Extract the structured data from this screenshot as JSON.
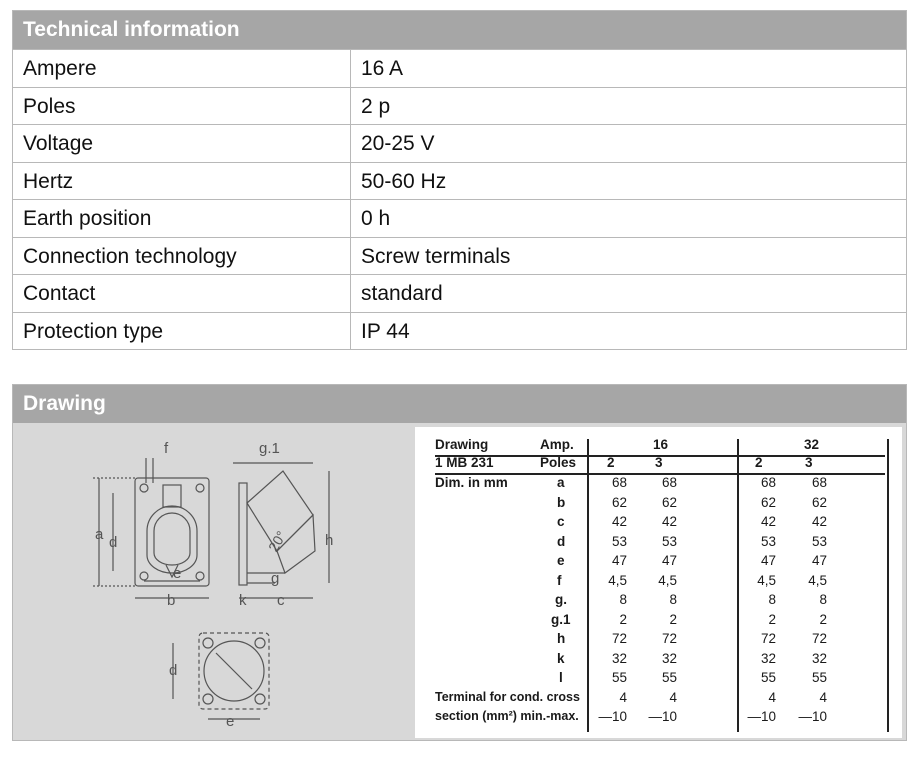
{
  "technical": {
    "header": "Technical information",
    "rows": [
      {
        "label": "Ampere",
        "value": "16 A"
      },
      {
        "label": "Poles",
        "value": "2 p"
      },
      {
        "label": "Voltage",
        "value": "20-25 V"
      },
      {
        "label": "Hertz",
        "value": "50-60 Hz"
      },
      {
        "label": "Earth position",
        "value": "0 h"
      },
      {
        "label": "Connection technology",
        "value": "Screw terminals"
      },
      {
        "label": "Contact",
        "value": "standard"
      },
      {
        "label": "Protection type",
        "value": "IP 44"
      }
    ]
  },
  "drawing": {
    "header": "Drawing",
    "labels": {
      "f": "f",
      "g1": "g.1",
      "a": "a",
      "d": "d",
      "h": "h",
      "angle": "20°",
      "e": "e",
      "b": "b",
      "k": "k",
      "c": "c",
      "g": "g",
      "d2": "d",
      "e2": "e"
    },
    "dim_table": {
      "drawing_label": "Drawing",
      "model": "1 MB 231",
      "amp_label": "Amp.",
      "poles_label": "Poles",
      "dim_label": "Dim. in mm",
      "amps": [
        "16",
        "32"
      ],
      "poles": [
        "2",
        "3",
        "2",
        "3"
      ],
      "rows": [
        {
          "key": "a",
          "values": [
            "68",
            "68",
            "68",
            "68"
          ]
        },
        {
          "key": "b",
          "values": [
            "62",
            "62",
            "62",
            "62"
          ]
        },
        {
          "key": "c",
          "values": [
            "42",
            "42",
            "42",
            "42"
          ]
        },
        {
          "key": "d",
          "values": [
            "53",
            "53",
            "53",
            "53"
          ]
        },
        {
          "key": "e",
          "values": [
            "47",
            "47",
            "47",
            "47"
          ]
        },
        {
          "key": "f",
          "values": [
            "4,5",
            "4,5",
            "4,5",
            "4,5"
          ]
        },
        {
          "key": "g.",
          "values": [
            "8",
            "8",
            "8",
            "8"
          ]
        },
        {
          "key": "g.1",
          "values": [
            "2",
            "2",
            "2",
            "2"
          ]
        },
        {
          "key": "h",
          "values": [
            "72",
            "72",
            "72",
            "72"
          ]
        },
        {
          "key": "k",
          "values": [
            "32",
            "32",
            "32",
            "32"
          ]
        },
        {
          "key": "l",
          "values": [
            "55",
            "55",
            "55",
            "55"
          ]
        }
      ],
      "terminal_line1": "Terminal for cond. cross",
      "terminal_line2": "section (mm²) min.-max.",
      "terminal_min": [
        "4",
        "4",
        "4",
        "4"
      ],
      "terminal_max": [
        "—10",
        "—10",
        "—10",
        "—10"
      ]
    }
  }
}
